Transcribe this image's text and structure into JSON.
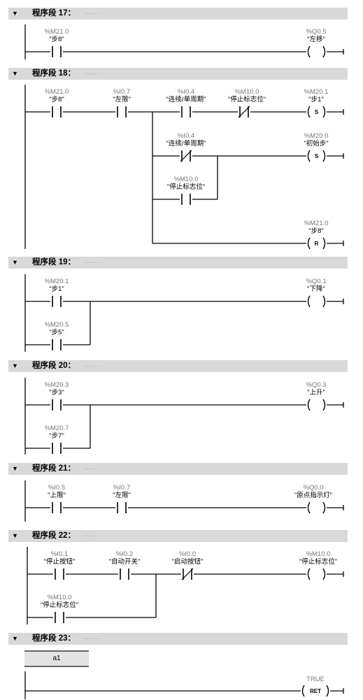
{
  "segments": [
    {
      "title": "程序段 17：",
      "dots": "......"
    },
    {
      "title": "程序段 18：",
      "dots": "......"
    },
    {
      "title": "程序段 19：",
      "dots": "......"
    },
    {
      "title": "程序段 20：",
      "dots": "......"
    },
    {
      "title": "程序段 21：",
      "dots": "......"
    },
    {
      "title": "程序段 22：",
      "dots": "......"
    },
    {
      "title": "程序段 23：",
      "dots": "......"
    }
  ],
  "contacts": {
    "s17_c1": {
      "addr": "%M21.0",
      "name": "\"步8\""
    },
    "s17_q": {
      "addr": "%Q0.5",
      "name": "\"左移\""
    },
    "s18_c1": {
      "addr": "%M21.0",
      "name": "\"步8\""
    },
    "s18_c2": {
      "addr": "%I0.7",
      "name": "\"左限\""
    },
    "s18_c3": {
      "addr": "%I0.4",
      "name": "\"连续/单周期\""
    },
    "s18_c4": {
      "addr": "%M10.0",
      "name": "\"停止标志位\""
    },
    "s18_q1": {
      "addr": "%M20.1",
      "name": "\"步1\""
    },
    "s18_c5": {
      "addr": "%I0.4",
      "name": "\"连续/单周期\""
    },
    "s18_q2": {
      "addr": "%M20.0",
      "name": "\"初始步\""
    },
    "s18_c6": {
      "addr": "%M10.0",
      "name": "\"停止标志位\""
    },
    "s18_q3": {
      "addr": "%M21.0",
      "name": "\"步8\""
    },
    "s19_c1": {
      "addr": "%M20.1",
      "name": "\"步1\""
    },
    "s19_c2": {
      "addr": "%M20.5",
      "name": "\"步5\""
    },
    "s19_q": {
      "addr": "%Q0.1",
      "name": "\"下降\""
    },
    "s20_c1": {
      "addr": "%M20.3",
      "name": "\"步3\""
    },
    "s20_c2": {
      "addr": "%M20.7",
      "name": "\"步7\""
    },
    "s20_q": {
      "addr": "%Q0.3",
      "name": "\"上升\""
    },
    "s21_c1": {
      "addr": "%I0.5",
      "name": "\"上限\""
    },
    "s21_c2": {
      "addr": "%I0.7",
      "name": "\"左限\""
    },
    "s21_q": {
      "addr": "%Q0.0",
      "name": "\"原点指示灯\""
    },
    "s22_c1": {
      "addr": "%I0.1",
      "name": "\"停止按钮\""
    },
    "s22_c2": {
      "addr": "%I0.2",
      "name": "\"自动开关\""
    },
    "s22_c3": {
      "addr": "%I0.0",
      "name": "\"启动按钮\""
    },
    "s22_q": {
      "addr": "%M10.0",
      "name": "\"停止标志位\""
    },
    "s22_c4": {
      "addr": "%M10.0",
      "name": "\"停止标志位\""
    },
    "s23_ret": {
      "addr": "TRUE",
      "name": "RET"
    }
  },
  "coil_letters": {
    "set": "S",
    "reset": "R"
  },
  "label_block": "a1",
  "colors": {
    "header_bg": "#d9d9d9",
    "addr": "#777777",
    "line": "#000000"
  }
}
